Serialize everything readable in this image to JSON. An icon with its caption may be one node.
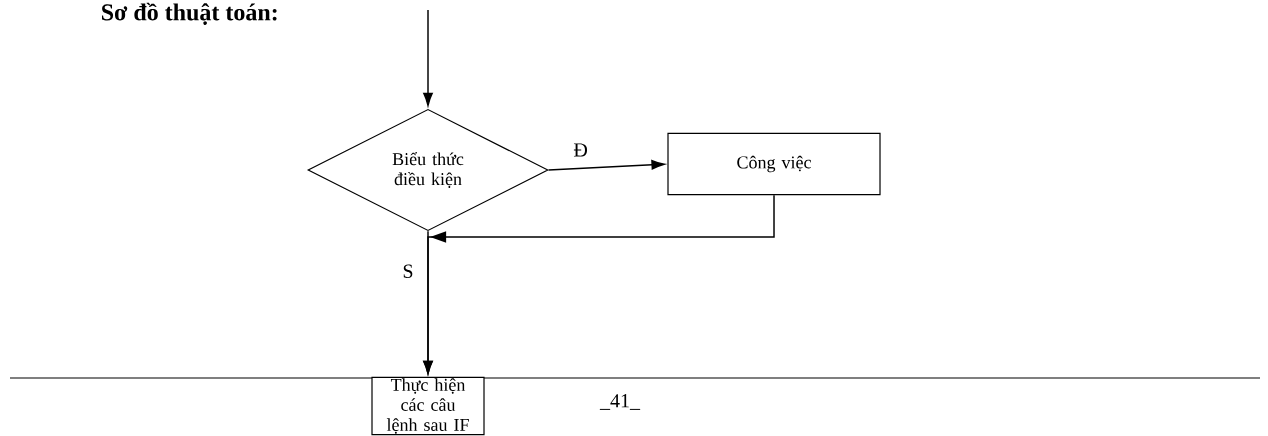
{
  "diagram": {
    "title": "Sơ đồ thuật toán:",
    "nodes": [
      {
        "text": [
          "Biểu thức điều kiện"
        ]
      },
      {
        "text": [
          "Công việc"
        ]
      },
      {
        "text": [
          "Thực hiện các câu lệnh sau IF"
        ]
      }
    ],
    "edges": [
      {
        "from": null,
        "to": 0,
        "arrow": "to"
      },
      {
        "from": 0,
        "to": 1,
        "arrow": "to",
        "label": "Đ"
      },
      {
        "from": 1,
        "to": 2,
        "arrow": "to"
      },
      {
        "from": 0,
        "to": 2,
        "arrow": "to",
        "label": "S"
      }
    ],
    "labels": [
      "_41_"
    ]
  }
}
